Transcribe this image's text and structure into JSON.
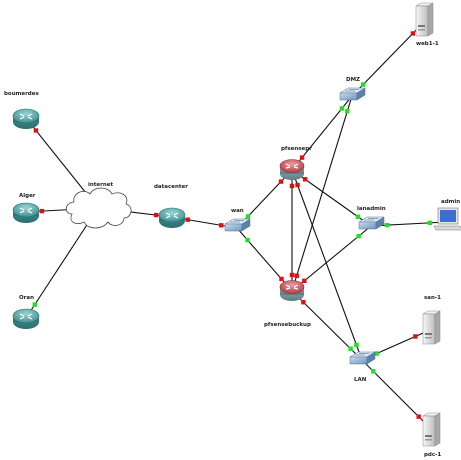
{
  "nodes": {
    "boumerdes": {
      "label": "boumerdes",
      "kind": "router",
      "color": "#4fa6a5"
    },
    "alger": {
      "label": "Alger",
      "kind": "router",
      "color": "#4fa6a5"
    },
    "oran": {
      "label": "Oran",
      "kind": "router",
      "color": "#4fa6a5"
    },
    "internet": {
      "label": "internet",
      "kind": "cloud",
      "color": "#ffffff"
    },
    "datacenter": {
      "label": "datacenter",
      "kind": "router",
      "color": "#4fa6a5"
    },
    "wan": {
      "label": "wan",
      "kind": "switch",
      "color": "#7fa5c9"
    },
    "pfsensepr": {
      "label": "pfsensepr",
      "kind": "firewall",
      "color": "#c4505a"
    },
    "pfsensebuckup": {
      "label": "pfsensebuckup",
      "kind": "firewall",
      "color": "#c4505a"
    },
    "dmz": {
      "label": "DMZ",
      "kind": "switch",
      "color": "#7fa5c9"
    },
    "lanadmin": {
      "label": "lanadmin",
      "kind": "switch",
      "color": "#7fa5c9"
    },
    "lan": {
      "label": "LAN",
      "kind": "switch",
      "color": "#7fa5c9"
    },
    "web1": {
      "label": "web1-1",
      "kind": "server",
      "color": "#e8e8e8"
    },
    "admin": {
      "label": "admin",
      "kind": "workstation",
      "color": "#e8e8e8"
    },
    "san1": {
      "label": "san-1",
      "kind": "server",
      "color": "#e8e8e8"
    },
    "pdc1": {
      "label": "pdc-1",
      "kind": "server",
      "color": "#e8e8e8"
    }
  },
  "links": [
    {
      "from": "boumerdes",
      "to": "internet",
      "end_status": [
        "down",
        "up"
      ]
    },
    {
      "from": "alger",
      "to": "internet",
      "end_status": [
        "down",
        "up"
      ]
    },
    {
      "from": "oran",
      "to": "internet",
      "end_status": [
        "up",
        "up"
      ]
    },
    {
      "from": "internet",
      "to": "datacenter",
      "end_status": [
        "up",
        "down"
      ]
    },
    {
      "from": "datacenter",
      "to": "wan",
      "end_status": [
        "down",
        "down"
      ]
    },
    {
      "from": "wan",
      "to": "pfsensepr",
      "end_status": [
        "up",
        "down"
      ]
    },
    {
      "from": "wan",
      "to": "pfsensebuckup",
      "end_status": [
        "up",
        "down"
      ]
    },
    {
      "from": "pfsensepr",
      "to": "dmz",
      "end_status": [
        "down",
        "up"
      ]
    },
    {
      "from": "pfsensepr",
      "to": "lanadmin",
      "end_status": [
        "down",
        "up"
      ]
    },
    {
      "from": "pfsensepr",
      "to": "lan",
      "end_status": [
        "down",
        "up"
      ]
    },
    {
      "from": "pfsensepr",
      "to": "pfsensebuckup",
      "end_status": [
        "down",
        "down"
      ]
    },
    {
      "from": "pfsensebuckup",
      "to": "dmz",
      "end_status": [
        "down",
        "up"
      ]
    },
    {
      "from": "pfsensebuckup",
      "to": "lanadmin",
      "end_status": [
        "down",
        "up"
      ]
    },
    {
      "from": "pfsensebuckup",
      "to": "lan",
      "end_status": [
        "down",
        "up"
      ]
    },
    {
      "from": "dmz",
      "to": "web1",
      "end_status": [
        "up",
        "down"
      ]
    },
    {
      "from": "lanadmin",
      "to": "admin",
      "end_status": [
        "up",
        "up"
      ]
    },
    {
      "from": "lan",
      "to": "san1",
      "end_status": [
        "up",
        "down"
      ]
    },
    {
      "from": "lan",
      "to": "pdc1",
      "end_status": [
        "up",
        "down"
      ]
    }
  ],
  "colors": {
    "link_up": "#22dd22",
    "link_down": "#dd1111",
    "link_line": "#111111"
  }
}
